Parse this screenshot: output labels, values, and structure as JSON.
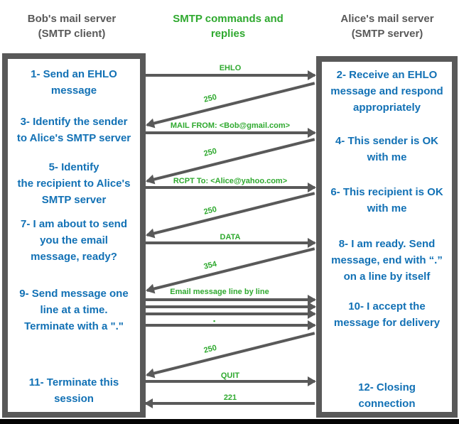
{
  "headers": {
    "client": "Bob's mail server\n(SMTP client)",
    "center": "SMTP commands and\nreplies",
    "server": "Alice's mail server\n(SMTP server)"
  },
  "client_steps": [
    "1- Send an EHLO\nmessage",
    "3- Identify the sender\nto Alice's SMTP server",
    "5- Identify\nthe recipient to Alice's\nSMTP server",
    "7- I am about to send\nyou the email\nmessage, ready?",
    "9- Send message one\nline at a time.\nTerminate with a \".\"",
    "11- Terminate this\nsession"
  ],
  "server_steps": [
    "2- Receive an EHLO\nmessage and respond\nappropriately",
    "4- This sender is OK\nwith me",
    "6- This recipient is OK\nwith me",
    "8-  I am ready. Send\nmessage, end with “.”\non a line by itself",
    "10-  I accept the\nmessage for delivery",
    "12-  Closing\nconnection"
  ],
  "messages": [
    {
      "label": "EHLO",
      "direction": "to-server"
    },
    {
      "label": "250",
      "direction": "to-client"
    },
    {
      "label": "MAIL FROM: <Bob@gmail.com>",
      "direction": "to-server"
    },
    {
      "label": "250",
      "direction": "to-client"
    },
    {
      "label": "RCPT To: <Alice@yahoo.com>",
      "direction": "to-server"
    },
    {
      "label": "250",
      "direction": "to-client"
    },
    {
      "label": "DATA",
      "direction": "to-server"
    },
    {
      "label": "354",
      "direction": "to-client"
    },
    {
      "label": "Email message line by line",
      "direction": "to-server"
    },
    {
      "label": "▪",
      "direction": "to-server"
    },
    {
      "label": "250",
      "direction": "to-client"
    },
    {
      "label": "QUIT",
      "direction": "to-server"
    },
    {
      "label": "221",
      "direction": "to-client"
    }
  ],
  "colors": {
    "text_blue": "#1271b5",
    "label_green": "#2fa92f",
    "structure_gray": "#595959"
  }
}
